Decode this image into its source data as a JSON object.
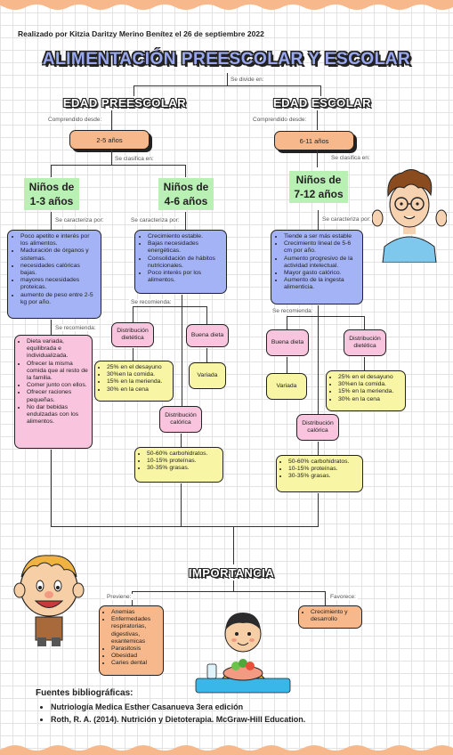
{
  "author_line": "Realizado por Kitzia Daritzy Merino Benítez el 26 de septiembre 2022",
  "title": "ALIMENTACIÓN PREESCOLAR Y ESCOLAR",
  "divide_label": "Se divide en:",
  "preescolar": {
    "heading": "EDAD PREESCOLAR",
    "comprendido_label": "Comprendido desde:",
    "range": "2-5 años",
    "clasifica_label": "Se clasifica en:",
    "group1": {
      "title_line1": "Niños de",
      "title_line2": "1-3 años",
      "caracteriza_label": "Se caracteriza por:",
      "characteristics": [
        "Poco apetito e interés por los alimentos.",
        "Maduración de órganos y sistemas.",
        "necesidades calóricas bajas.",
        "mayores necesidades proteicas.",
        "aumento de peso entre 2-5 kg por año."
      ],
      "recomienda_label": "Se recomienda:",
      "recommendations": [
        "Dieta variada, equilibrada e individualizada.",
        "Ofrecer la misma comida que al resto de la familia.",
        "Comer junto con ellos.",
        "Ofrecer raciones pequeñas.",
        "No dar bebidas endulzadas con los alimentos."
      ]
    },
    "group2": {
      "title_line1": "Niños de",
      "title_line2": "4-6 años",
      "caracteriza_label": "Se caracteriza por:",
      "characteristics": [
        "Crecimiento estable.",
        "Bajas necesidades energéticas.",
        "Consolidación de hábitos nutricionales.",
        "Poco interés por los alimentos."
      ],
      "recomienda_label": "Se recomienda:",
      "distribucion_dietetica": "Distribución dietética",
      "dietetica_items": [
        "25% en el desayuno",
        "30%en la comida.",
        "15% en la merienda.",
        "30% en la cena"
      ],
      "buena_dieta": "Buena dieta",
      "variada": "Variada",
      "distribucion_calorica": "Distribución calórica",
      "calorica_items": [
        "50-60% carbohidratos.",
        "10-15% proteínas.",
        "30-35% grasas."
      ]
    }
  },
  "escolar": {
    "heading": "EDAD ESCOLAR",
    "comprendido_label": "Comprendido desde:",
    "range": "6-11 años",
    "clasifica_label": "Se clasifica en:",
    "group": {
      "title_line1": "Niños de",
      "title_line2": "7-12 años",
      "caracteriza_label": "Se caracteriza por:",
      "characteristics": [
        "Tiende a ser más estable",
        "Crecimiento lineal de 5-6 cm por año.",
        "Aumento progresivo de la actividad intelectual.",
        "Mayor gasto calórico.",
        "Aumento de la ingesta alimenticia."
      ],
      "recomienda_label": "Se recomienda:",
      "buena_dieta": "Buena dieta",
      "variada": "Variada",
      "distribucion_dietetica": "Distribución dietética",
      "dietetica_items": [
        "25% en el desayuno",
        "30%en la comida.",
        "15% en la merienda.",
        "30% en la cena"
      ],
      "distribucion_calorica": "Distribución calórica",
      "calorica_items": [
        "50-60% carbohidratos.",
        "10-15% proteínas.",
        "30-35% grasas."
      ]
    }
  },
  "importancia": {
    "heading": "IMPORTANCIA",
    "previene_label": "Previene:",
    "previene_items": [
      "Anemias",
      "Enfermedades respiratorias, digestivas, exantemicas",
      "Parasitosis",
      "Obesidad",
      "Caries dental"
    ],
    "favorece_label": "Favorece:",
    "favorece_items": [
      "Crecimiento y desarrollo"
    ]
  },
  "sources": {
    "title": "Fuentes bibliográficas:",
    "items": [
      "Nutriología Medica Esther Casanueva 3era edición",
      "Roth, R. A. (2014). Nutrición y Dietoterapia. McGraw-Hill Education."
    ]
  },
  "colors": {
    "wave": "#f7b98b",
    "orange": "#f7b98b",
    "green": "#b9f0b4",
    "blue": "#a3b3f6",
    "pink": "#f8c4de",
    "yellow": "#f8f6a4",
    "title": "#9aa8f0"
  }
}
